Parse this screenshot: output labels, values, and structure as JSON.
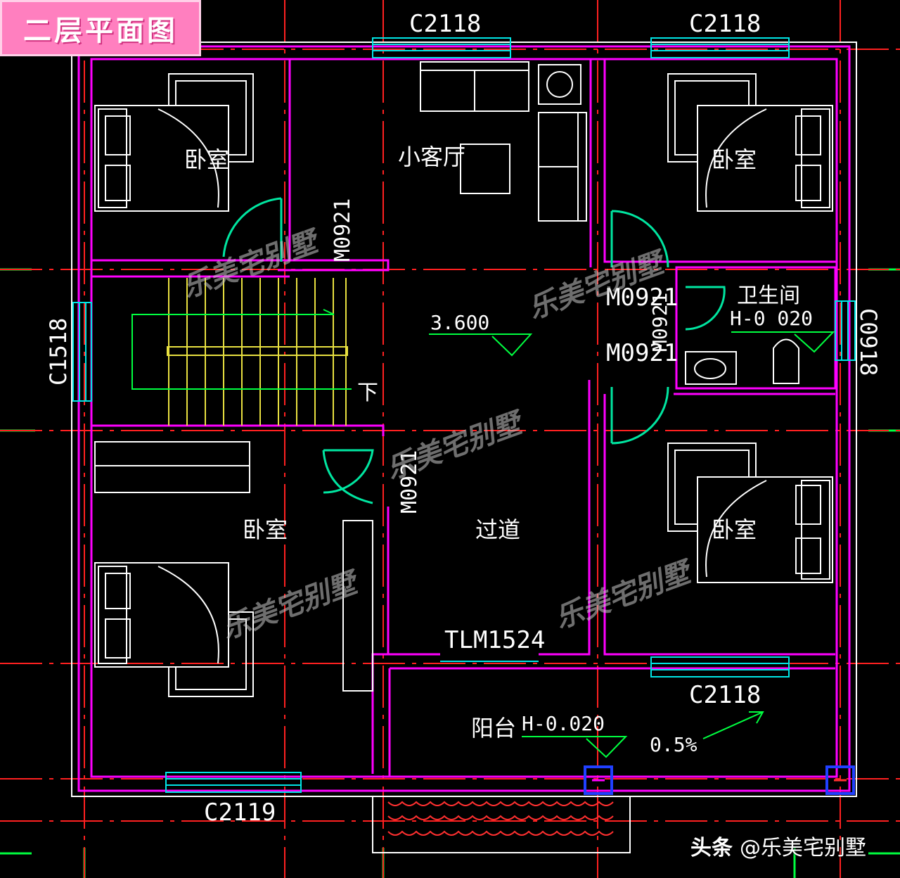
{
  "title": "二层平面图",
  "rooms": {
    "bedroom": "卧室",
    "living": "小客厅",
    "bathroom": "卫生间",
    "corridor": "过道",
    "balcony": "阳台",
    "stair_down": "下"
  },
  "doors": {
    "m0921": "M0921",
    "tlm1524": "TLM1524"
  },
  "windows": {
    "c2118": "C2118",
    "c2119": "C2119",
    "c1518": "C1518",
    "c0918": "C0918"
  },
  "levels": {
    "floor": "3.600",
    "bath": "H-0 020",
    "balcony": "H-0.020",
    "slope": "0.5%"
  },
  "watermark": "乐美宅别墅",
  "footer": {
    "source": "头条",
    "handle": "@乐美宅别墅"
  },
  "colors": {
    "wall": "#ff00ff",
    "axis": "#ff2020",
    "window": "#00e5e5",
    "stair": "#e8e040",
    "door": "#00e5a0",
    "dim": "#00ff40"
  }
}
